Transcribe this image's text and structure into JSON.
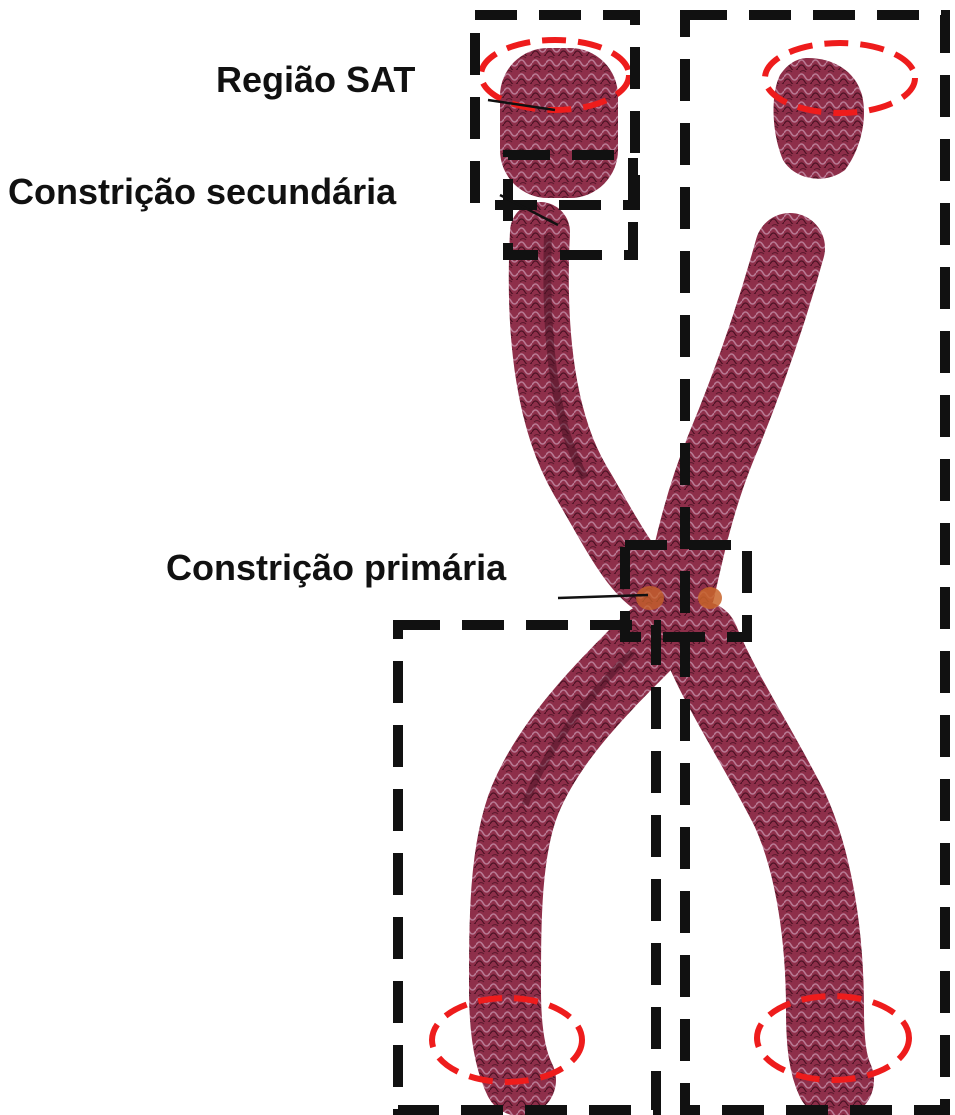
{
  "labels": {
    "satellite_region": "Região SAT",
    "secondary_constriction": "Constrição secundária",
    "primary_constriction": "Constrição primária"
  },
  "colors": {
    "chromatid": "#8e2f4a",
    "chromatid_dark": "#4a1224",
    "chromatid_highlight": "#b87a94",
    "centromere": "#c8642a",
    "telomere_marker": "#ee1c1c",
    "region_box": "#111111"
  },
  "icons": {
    "telomere": "dashed-red-ellipse",
    "region": "dashed-black-rectangle"
  }
}
